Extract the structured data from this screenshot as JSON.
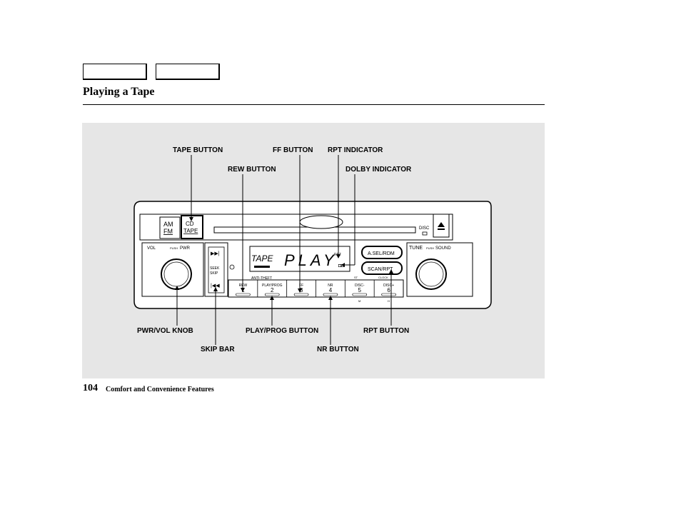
{
  "page": {
    "title": "Playing a Tape",
    "page_number": "104",
    "section": "Comfort and Convenience Features"
  },
  "callouts": {
    "tape_button": "TAPE BUTTON",
    "ff_button": "FF BUTTON",
    "rpt_indicator": "RPT INDICATOR",
    "rew_button": "REW BUTTON",
    "dolby_indicator": "DOLBY INDICATOR",
    "pwr_vol_knob": "PWR/VOL KNOB",
    "play_prog_button": "PLAY/PROG BUTTON",
    "rpt_button": "RPT BUTTON",
    "skip_bar": "SKIP BAR",
    "nr_button": "NR BUTTON"
  },
  "radio": {
    "am": "AM",
    "fm": "FM",
    "cd": "CD",
    "tape": "TAPE",
    "disc": "DISC",
    "vol_label": "VOL",
    "push": "PUSH",
    "pwr": "PWR",
    "seek": "SEEK",
    "skip": "SKIP",
    "display_mode": "TAPE",
    "display_status": "PLAY",
    "rpt_small": "RPT",
    "anti_theft": "ANTI-THEFT",
    "asel_rdm": "A.SEL/RDM",
    "scan_rpt": "SCAN/RPT",
    "tune": "TUNE",
    "sound": "SOUND",
    "stereo": "ST",
    "clock": "CLOCK",
    "memory": "M",
    "hour": "H",
    "presets": [
      {
        "label": "REW",
        "num": "1"
      },
      {
        "label": "PLAY/PROG",
        "num": "2"
      },
      {
        "label": "FF",
        "num": "3"
      },
      {
        "label": "NR",
        "num": "4"
      },
      {
        "label": "DISC-",
        "num": "5"
      },
      {
        "label": "DISC+",
        "num": "6"
      }
    ]
  },
  "colors": {
    "panel_bg": "#e6e6e6",
    "line": "#000000"
  }
}
